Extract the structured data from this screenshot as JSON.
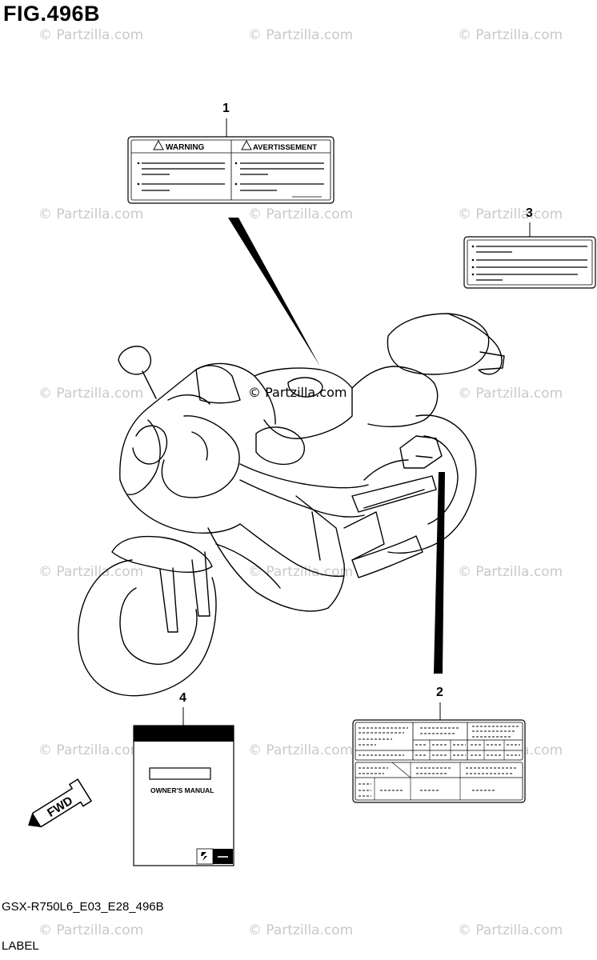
{
  "figure": {
    "title": "FIG.496B",
    "model_code": "GSX-R750L6_E03_E28_496B",
    "section": "LABEL"
  },
  "watermark": "© Partzilla.com",
  "watermark_center": "© Partzilla.com",
  "parts": [
    {
      "number": "1"
    },
    {
      "number": "2"
    },
    {
      "number": "3"
    },
    {
      "number": "4"
    }
  ],
  "label_1": {
    "warning_text": "WARNING",
    "avertissement_text": "AVERTISSEMENT"
  },
  "manual": {
    "title": "OWNER'S MANUAL",
    "logo_icon": "suzuki-logo-icon"
  },
  "fwd_arrow": {
    "text": "FWD"
  },
  "colors": {
    "line": "#000000",
    "watermark": "#c9c9c9",
    "background": "#ffffff"
  }
}
